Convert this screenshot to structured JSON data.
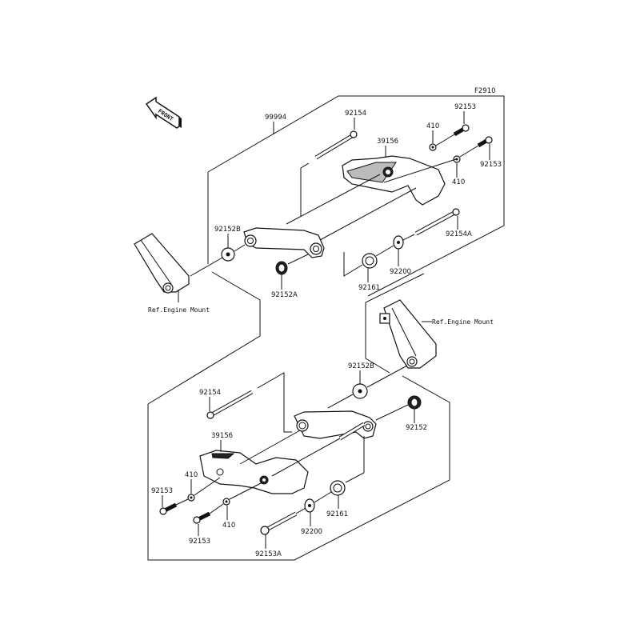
{
  "diagram": {
    "figure_id": "F2910",
    "front_arrow_label": "FRONT",
    "upper_assembly": {
      "kit_label": "99994",
      "labels": {
        "bolt_long": "92154",
        "slider": "39156",
        "washer_a": "410",
        "washer_b": "410",
        "bolt_a": "92153",
        "bolt_b": "92153",
        "collar_b": "92152B",
        "collar_a": "92152A",
        "bushing": "92161",
        "washer_large": "92200",
        "bolt_154a": "92154A"
      },
      "ref_text": "Ref.Engine Mount"
    },
    "lower_assembly": {
      "labels": {
        "collar_b": "92152B",
        "bolt_long": "92154",
        "collar": "92152",
        "slider": "39156",
        "washer_a": "410",
        "washer_b": "410",
        "bolt_a": "92153",
        "bolt_b": "92153",
        "washer_large": "92200",
        "bushing": "92161",
        "bolt_153a": "92153A"
      },
      "ref_text": "Ref.Engine Mount"
    }
  }
}
